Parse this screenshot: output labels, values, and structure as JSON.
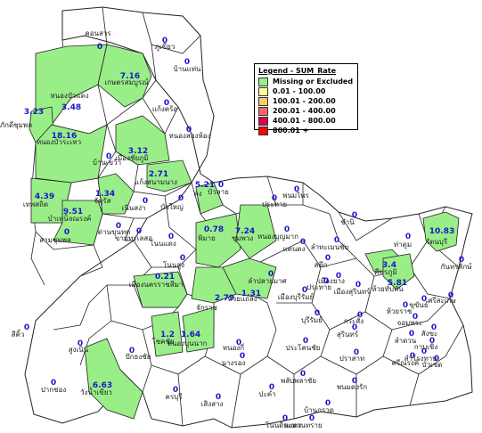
{
  "legend": {
    "title": "Legend - SUM_Rate",
    "items": [
      {
        "label": "Missing or Excluded",
        "color": "#99ee88"
      },
      {
        "label": "0.01 - 100.00",
        "color": "#ffff99"
      },
      {
        "label": "100.01 - 200.00",
        "color": "#ffcc66"
      },
      {
        "label": "200.01 - 400.00",
        "color": "#ff6666"
      },
      {
        "label": "400.01 - 800.00",
        "color": "#dd0055"
      },
      {
        "label": "800.01 +",
        "color": "#ff0000"
      }
    ]
  },
  "colors": {
    "highlight": "#99ee88",
    "border": "#222222",
    "value_text": "#1818c8"
  },
  "districts": [
    {
      "name": "คอนสาร",
      "value": "0"
    },
    {
      "name": "ภูเขียว",
      "value": "0"
    },
    {
      "name": "บ้านแท่น",
      "value": "0"
    },
    {
      "name": "หนองบัวแดง",
      "value": "3.48"
    },
    {
      "name": "เกษตรสมบูรณ์",
      "value": "7.16"
    },
    {
      "name": "แก้งคร้อ",
      "value": "0"
    },
    {
      "name": "ภักดีชุมพล",
      "value": "3.23"
    },
    {
      "name": "หนองสองห้อง",
      "value": "0"
    },
    {
      "name": "หนองบัวระเหว",
      "value": "18.16"
    },
    {
      "name": "บ้านเขว้า",
      "value": "0"
    },
    {
      "name": "เมืองชัยภูมิ",
      "value": "3.12"
    },
    {
      "name": "แก้งสนามนาง",
      "value": "2.71"
    },
    {
      "name": "เทพสถิต",
      "value": "4.39"
    },
    {
      "name": "จัตุรัส",
      "value": "1.34"
    },
    {
      "name": "บำเหน็จณรงค์",
      "value": "9.51"
    },
    {
      "name": "เนินสง่า",
      "value": "0"
    },
    {
      "name": "บัวใหญ่",
      "value": "0"
    },
    {
      "name": "บัวลาย",
      "value": "0"
    },
    {
      "name": "คง",
      "value": "5.21"
    },
    {
      "name": "ประทาย",
      "value": "0"
    },
    {
      "name": "พนมไพร",
      "value": "0"
    },
    {
      "name": "ด่านขุนทด",
      "value": "0"
    },
    {
      "name": "สามชุมพล",
      "value": "0"
    },
    {
      "name": "ขามทะเลสอ",
      "value": "0"
    },
    {
      "name": "โนนแดง",
      "value": "0"
    },
    {
      "name": "พิมาย",
      "value": "0.78"
    },
    {
      "name": "ชุมพวง",
      "value": "7.24"
    },
    {
      "name": "หนองบุญมาก",
      "value": "0"
    },
    {
      "name": "โนนสูง",
      "value": "0"
    },
    {
      "name": "ห้วยแถลง",
      "value": "1.31"
    },
    {
      "name": "ลำปลายมาศ",
      "value": "0"
    },
    {
      "name": "เมืองนครราชสีมา",
      "value": "0.21"
    },
    {
      "name": "จักราช",
      "value": "2.79"
    },
    {
      "name": "ปักธงชัย",
      "value": "0"
    },
    {
      "name": "วังน้ำเขียว",
      "value": "6.63"
    },
    {
      "name": "ครบุรี",
      "value": "0"
    },
    {
      "name": "โชคชัย",
      "value": "1.2"
    },
    {
      "name": "หนองบุนนาก",
      "value": "1.64"
    },
    {
      "name": "ปากช่อง",
      "value": "0"
    },
    {
      "name": "สีคิ้ว",
      "value": "0"
    },
    {
      "name": "สูงเนิน",
      "value": "0"
    },
    {
      "name": "นางรอง",
      "value": "0"
    },
    {
      "name": "ประโคนชัย",
      "value": "0"
    },
    {
      "name": "บุรีรัมย์",
      "value": "0"
    },
    {
      "name": "สุรินทร์",
      "value": "0"
    },
    {
      "name": "รัตนบุรี",
      "value": "10.83"
    },
    {
      "name": "ท่าตูม",
      "value": "0"
    },
    {
      "name": "กันทรลักษ์",
      "value": "0"
    },
    {
      "name": "ศรีสะเกษ",
      "value": "0"
    },
    {
      "name": "ขุขันธ์",
      "value": "0"
    },
    {
      "name": "ปราสาท",
      "value": "0"
    },
    {
      "name": "พนมดงรัก",
      "value": "0"
    },
    {
      "name": "เมืองสุรินทร์",
      "value": "0"
    },
    {
      "name": "ศีขรภูมิ",
      "value": "3.4"
    },
    {
      "name": "ห้วยทับทัน",
      "value": "5.81"
    },
    {
      "name": "สังขะ",
      "value": "0"
    },
    {
      "name": "บัวเชด",
      "value": "0"
    },
    {
      "name": "ปะคำ",
      "value": "0"
    },
    {
      "name": "ละหานทราย",
      "value": "0"
    },
    {
      "name": "บ้านกรวด",
      "value": "0"
    },
    {
      "name": "โนนดินแดง",
      "value": "0"
    },
    {
      "name": "เสิงสาง",
      "value": "0"
    },
    {
      "name": "หนองกี่",
      "value": "0"
    },
    {
      "name": "พลับพลาชัย",
      "value": "0"
    },
    {
      "name": "กระสัง",
      "value": "0"
    },
    {
      "name": "ลำดวน",
      "value": "0"
    },
    {
      "name": "จอมพระ",
      "value": "0"
    },
    {
      "name": "สำโรงทาบ",
      "value": "0"
    },
    {
      "name": "ศรีณรงค์",
      "value": "0"
    },
    {
      "name": "กาบเชิง",
      "value": "0"
    },
    {
      "name": "ห้วยราช",
      "value": "0"
    },
    {
      "name": "เมืองบุรีรัมย์",
      "value": "0"
    },
    {
      "name": "สตึก",
      "value": "0"
    },
    {
      "name": "แคนดง",
      "value": "0"
    },
    {
      "name": "ลำทะเมนชัย",
      "value": "0"
    },
    {
      "name": "เมืองยาง",
      "value": "0"
    },
    {
      "name": "ประทาย",
      "value": "0"
    },
    {
      "name": "ชำนิ",
      "value": "0"
    }
  ]
}
